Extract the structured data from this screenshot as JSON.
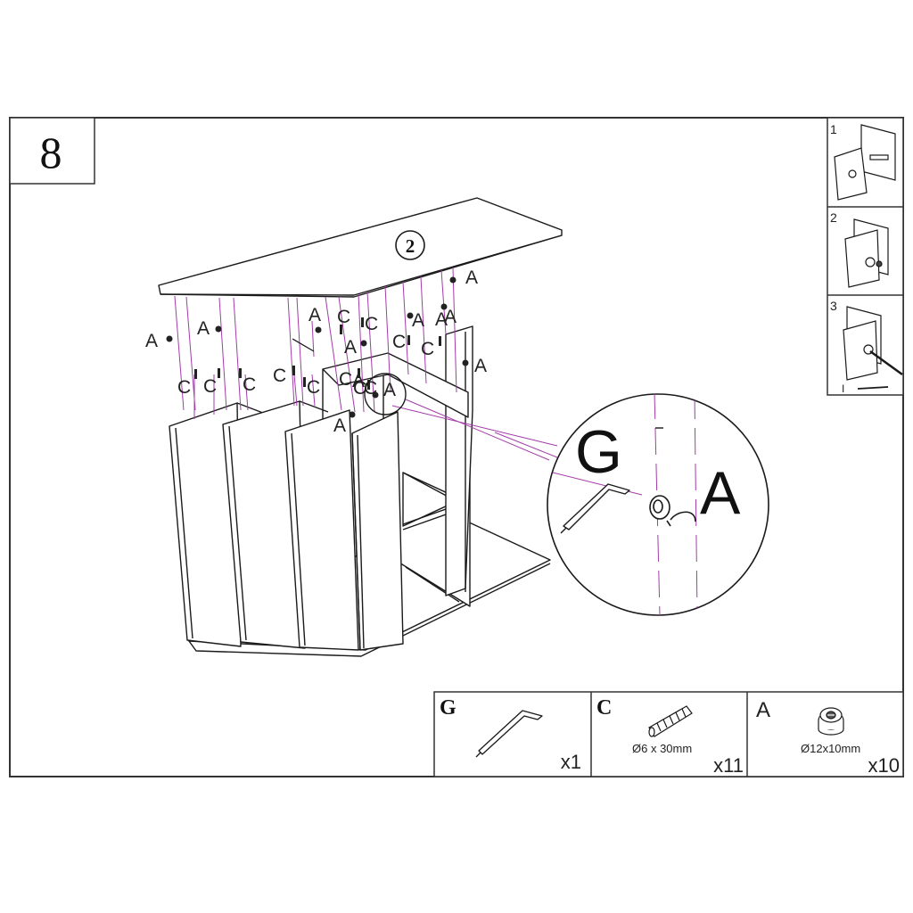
{
  "step": {
    "number": "8"
  },
  "main_view": {
    "panel_number": "2",
    "fitting_letters": [
      "A",
      "A",
      "A",
      "C",
      "C",
      "A",
      "A",
      "A",
      "C",
      "C",
      "A",
      "C",
      "C",
      "C",
      "C",
      "C",
      "C",
      "A",
      "A",
      "A",
      "A",
      "C",
      "C",
      "A"
    ]
  },
  "detail": {
    "tool_letter": "G",
    "fitting_letter": "A"
  },
  "howto_steps": [
    {
      "number": "1"
    },
    {
      "number": "2"
    },
    {
      "number": "3"
    }
  ],
  "howto_tool_label": "I",
  "parts": [
    {
      "letter": "G",
      "spec": "",
      "qty": "x1",
      "icon": "allen-key-icon"
    },
    {
      "letter": "C",
      "spec": "Ø6 x  30mm",
      "qty": "x11",
      "icon": "dowel-icon"
    },
    {
      "letter": "A",
      "spec": "Ø12x10mm",
      "qty": "x10",
      "icon": "cam-lock-icon"
    }
  ],
  "colors": {
    "line": "#1a1a1a",
    "guide": "#a23ca8",
    "frame": "#333333"
  }
}
